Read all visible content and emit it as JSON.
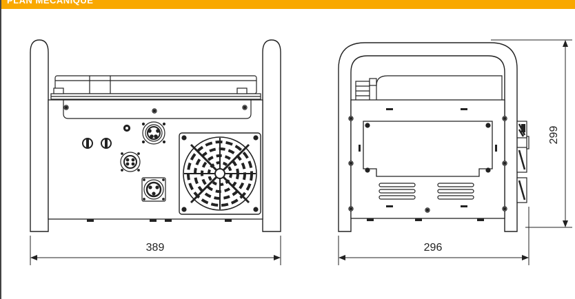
{
  "header": {
    "title": "PLAN MÉCANIQUE",
    "color": "#f9a800"
  },
  "dimensions": {
    "front_width": "389",
    "side_depth": "296",
    "side_height": "299"
  }
}
